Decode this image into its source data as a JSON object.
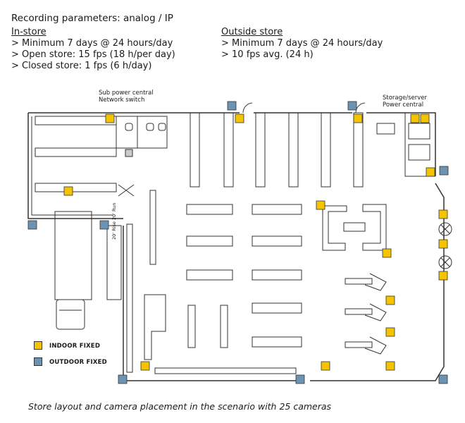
{
  "header": {
    "title": "Recording parameters: analog / IP",
    "instore": {
      "heading": "In-store",
      "lines": [
        ">  Minimum 7 days @ 24 hours/day",
        ">  Open store: 15 fps (18 h/per day)",
        ">  Closed store: 1 fps (6 h/day)"
      ]
    },
    "outside": {
      "heading": "Outside store",
      "lines": [
        ">  Minimum 7 days @ 24 hours/day",
        ">  10 fps avg. (24 h)"
      ]
    }
  },
  "notes": {
    "sub_power": [
      "Sub power central",
      "Network switch"
    ],
    "storage": [
      "Storage/server",
      "Power central"
    ],
    "truck_label": "20' Rise 20' Run"
  },
  "legend": {
    "indoor": {
      "label": "INDOOR FIXED",
      "color": "#f5c400"
    },
    "outdoor": {
      "label": "OUTDOOR FIXED",
      "color": "#6d93b2"
    }
  },
  "caption": "Store layout and camera placement in the scenario with 25 cameras",
  "cameras": {
    "indoor_count": 17,
    "outdoor_count": 8
  }
}
